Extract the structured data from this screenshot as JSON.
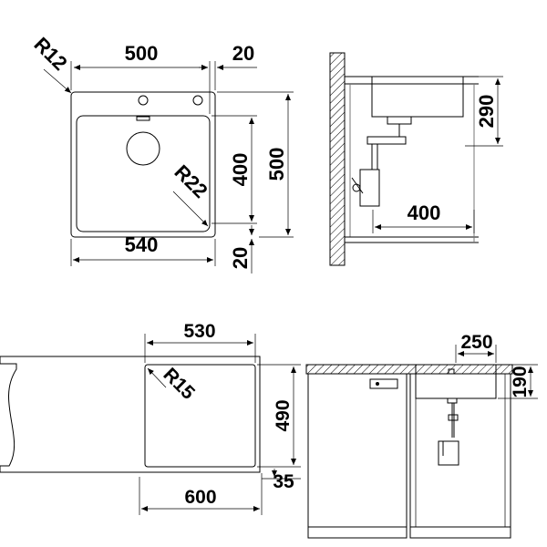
{
  "top_plan": {
    "radius_corner": "R12",
    "width_inner": "500",
    "offset_top": "20",
    "height_inner": "400",
    "height_total": "500",
    "radius_bowl": "R22",
    "width_total": "540",
    "offset_bottom": "20"
  },
  "top_section": {
    "depth": "290",
    "drain_offset": "400"
  },
  "bottom_plan": {
    "cutout_width": "530",
    "radius": "R15",
    "cutout_height": "490",
    "cabinet_width": "600",
    "edge_offset": "35"
  },
  "bottom_section": {
    "width": "250",
    "depth": "190"
  }
}
